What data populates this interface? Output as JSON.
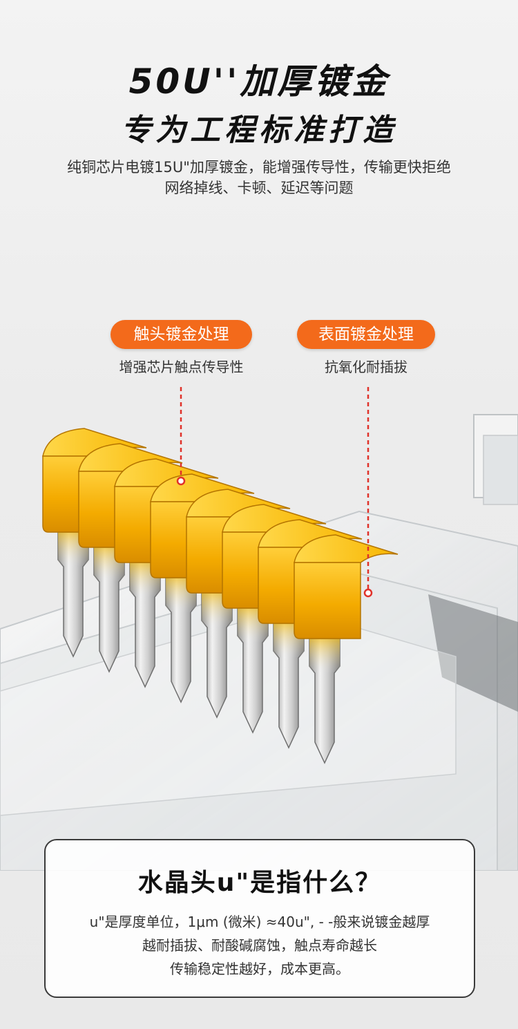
{
  "headline": {
    "line1": "50U''加厚镀金",
    "line2": "专为工程标准打造"
  },
  "description": {
    "line1": "纯铜芯片电镀15U\"加厚镀金，能增强传导性，传输更快拒绝",
    "line2": "网络掉线、卡顿、延迟等问题"
  },
  "callouts": [
    {
      "label": "触头镀金处理",
      "sub": "增强芯片触点传导性"
    },
    {
      "label": "表面镀金处理",
      "sub": "抗氧化耐插拔"
    }
  ],
  "info_card": {
    "title": "水晶头u\"是指什么？",
    "lines": [
      "u\"是厚度单位，1μm (微米) ≈40u\", - -般来说镀金越厚",
      "越耐插拔、耐酸碱腐蚀，触点寿命越长",
      "传输稳定性越好，成本更高。"
    ]
  },
  "colors": {
    "accent": "#f36a1b",
    "gold": "#f5b400",
    "callout_line": "#e0322a"
  }
}
